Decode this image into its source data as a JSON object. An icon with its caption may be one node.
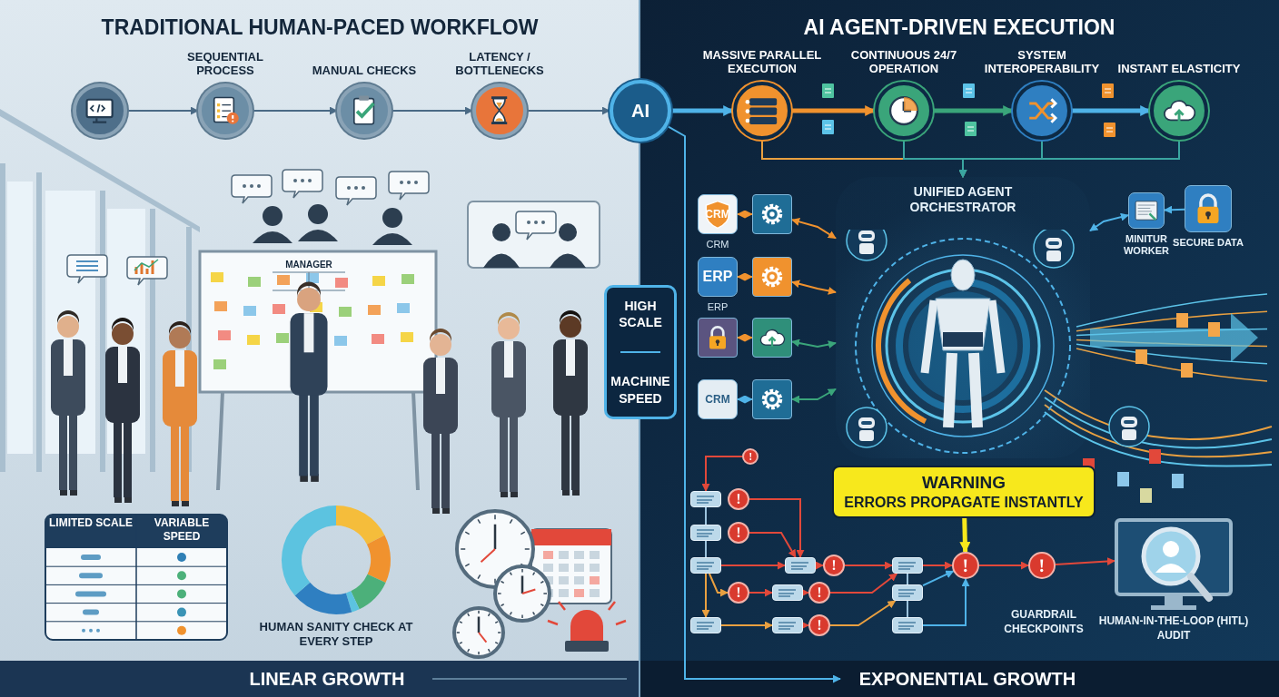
{
  "diagram": {
    "nodes": [
      {
        "text": [],
        "shape": "circle"
      },
      {
        "text": [
          "SEQUENTIAL PROCESS"
        ]
      },
      {
        "text": [
          "MANUAL CHECKS"
        ]
      },
      {
        "text": [
          "LATENCY / BOTTLENECKS"
        ]
      },
      {
        "text": [
          "AI"
        ]
      },
      {
        "text": [
          "MASSIVE PARALLEL EXECUTION"
        ]
      },
      {
        "text": [
          "CONTINUOUS 24/7 OPERATION"
        ]
      },
      {
        "text": [
          "SYSTEM INTEROPERABILITY"
        ]
      },
      {
        "text": [
          "INSTANT ELASTICITY"
        ]
      },
      {
        "text": [
          "UNIFIED AGENT ORCHESTRATOR"
        ]
      },
      {
        "text": [
          "CRM"
        ],
        "beside": [
          "CRM"
        ]
      },
      {
        "text": [],
        "shape": "box"
      },
      {
        "text": [
          "ERP"
        ],
        "beside": [
          "ERP"
        ]
      },
      {
        "text": [],
        "shape": "box"
      },
      {
        "text": [],
        "shape": "box"
      },
      {
        "text": [],
        "shape": "box"
      },
      {
        "text": [
          "CRM"
        ]
      },
      {
        "text": [],
        "shape": "box"
      },
      {
        "text": [
          "MINITUR WORKER"
        ]
      },
      {
        "text": [
          "SECURE DATA"
        ]
      },
      {
        "text": [
          "HIGH SCALE",
          "MACHINE SPEED"
        ]
      },
      {
        "text": [
          "WARNING",
          "ERRORS PROPAGATE INSTANTLY"
        ]
      },
      {
        "text": [],
        "shape": "circle"
      },
      {
        "text": [],
        "shape": "box"
      },
      {
        "text": [],
        "shape": "circle"
      },
      {
        "text": [],
        "shape": "box"
      },
      {
        "text": [],
        "shape": "circle"
      },
      {
        "text": [],
        "shape": "box"
      },
      {
        "text": [],
        "shape": "box"
      },
      {
        "text": [],
        "shape": "circle"
      },
      {
        "text": [],
        "shape": "circle"
      },
      {
        "text": [],
        "shape": "box"
      },
      {
        "text": [],
        "shape": "circle"
      },
      {
        "text": [],
        "shape": "box"
      },
      {
        "text": [],
        "shape": "box"
      },
      {
        "text": [],
        "shape": "circle"
      },
      {
        "text": [],
        "shape": "box"
      },
      {
        "text": [],
        "shape": "box"
      },
      {
        "text": [],
        "shape": "box"
      },
      {
        "text": [],
        "shape": "circle"
      },
      {
        "text": [],
        "shape": "circle",
        "beside": [
          "GUARDRAIL CHECKPOINTS"
        ]
      },
      {
        "text": [
          "HUMAN-IN-THE-LOOP (HITL) AUDIT"
        ]
      },
      {
        "text": [
          "LINEAR GROWTH"
        ]
      },
      {
        "text": [
          "EXPONENTIAL GROWTH"
        ]
      }
    ],
    "edges": [
      {
        "from": 0,
        "to": 1,
        "arrow": "to",
        "color": "#4a6a85"
      },
      {
        "from": 1,
        "to": 2,
        "arrow": "to",
        "color": "#4a6a85"
      },
      {
        "from": 2,
        "to": 3,
        "arrow": "to",
        "color": "#4a6a85"
      },
      {
        "from": 3,
        "to": 4,
        "arrow": "to",
        "color": "#4a6a85"
      },
      {
        "from": 4,
        "to": 5,
        "arrow": "to",
        "style": "thick",
        "color": "#4fb3e8"
      },
      {
        "from": 5,
        "to": 6,
        "arrow": "to",
        "style": "thick",
        "color": "#f0922e"
      },
      {
        "from": 6,
        "to": 7,
        "arrow": "to",
        "style": "thick",
        "color": "#3aa57a"
      },
      {
        "from": 7,
        "to": 8,
        "arrow": "to",
        "style": "thick",
        "color": "#4fb3e8"
      },
      {
        "from": 5,
        "to": 9,
        "arrow": "to",
        "color": "#e9a040"
      },
      {
        "from": 6,
        "to": 9,
        "arrow": "to",
        "color": "#3aa5a0"
      },
      {
        "from": 7,
        "to": 9,
        "arrow": "to",
        "color": "#3aa5a0"
      },
      {
        "from": 8,
        "to": 9,
        "arrow": "to",
        "color": "#3aa5a0"
      },
      {
        "from": 10,
        "to": 11,
        "arrow": "both",
        "color": "#f0922e"
      },
      {
        "from": 12,
        "to": 13,
        "arrow": "both",
        "color": "#f0922e"
      },
      {
        "from": 14,
        "to": 15,
        "arrow": "both",
        "color": "#f0922e"
      },
      {
        "from": 16,
        "to": 17,
        "arrow": "both",
        "color": "#4fb3e8"
      },
      {
        "from": 11,
        "to": 9,
        "arrow": "both",
        "color": "#f0922e"
      },
      {
        "from": 13,
        "to": 9,
        "arrow": "both",
        "color": "#f0922e"
      },
      {
        "from": 15,
        "to": 9,
        "arrow": "both",
        "color": "#3aa57a"
      },
      {
        "from": 17,
        "to": 9,
        "arrow": "both",
        "color": "#3aa57a"
      },
      {
        "from": 19,
        "to": 18,
        "arrow": "to",
        "color": "#4fb3e8"
      },
      {
        "from": 18,
        "to": 9,
        "arrow": "both",
        "color": "#4fb3e8"
      },
      {
        "from": 4,
        "to": 43,
        "arrow": "to",
        "color": "#4fb3e8"
      },
      {
        "from": 22,
        "to": 23,
        "arrow": "to"
      },
      {
        "from": 23,
        "to": 25,
        "arrow": "none",
        "color": "#9cc3dd"
      },
      {
        "from": 25,
        "to": 27,
        "arrow": "none",
        "color": "#9cc3dd"
      },
      {
        "from": 24,
        "to": 28,
        "arrow": "to"
      },
      {
        "from": 26,
        "to": 28,
        "arrow": "to"
      },
      {
        "from": 27,
        "to": 28,
        "arrow": "to"
      },
      {
        "from": 28,
        "to": 29,
        "arrow": "to"
      },
      {
        "from": 29,
        "to": 36,
        "arrow": "to"
      },
      {
        "from": 27,
        "to": 33,
        "arrow": "to",
        "color": "#e9a040"
      },
      {
        "from": 27,
        "to": 30,
        "arrow": "to",
        "color": "#e9a040"
      },
      {
        "from": 30,
        "to": 31,
        "arrow": "to"
      },
      {
        "from": 31,
        "to": 32,
        "arrow": "to"
      },
      {
        "from": 32,
        "to": 36,
        "arrow": "to"
      },
      {
        "from": 33,
        "to": 34,
        "arrow": "to",
        "color": "#e9a040"
      },
      {
        "from": 34,
        "to": 35,
        "arrow": "to"
      },
      {
        "from": 35,
        "to": 37,
        "arrow": "to",
        "color": "#e9a040"
      },
      {
        "from": 36,
        "to": 37,
        "arrow": "none",
        "color": "#9cc3dd"
      },
      {
        "from": 37,
        "to": 38,
        "arrow": "none",
        "color": "#9cc3dd"
      },
      {
        "from": 37,
        "to": 39,
        "arrow": "to",
        "color": "#4fb3e8"
      },
      {
        "from": 38,
        "to": 39,
        "arrow": "to",
        "color": "#4fb3e8"
      },
      {
        "from": 36,
        "to": 39,
        "arrow": "to"
      },
      {
        "from": 21,
        "to": 39,
        "arrow": "to",
        "style": "thick",
        "color": "#f7e81c"
      },
      {
        "from": 39,
        "to": 40,
        "arrow": "to"
      },
      {
        "from": 40,
        "to": 41,
        "arrow": "to"
      }
    ],
    "labels": [
      "TRADITIONAL HUMAN-PACED WORKFLOW",
      "AI AGENT-DRIVEN EXECUTION",
      "MANAGER",
      "LIMITED SCALE",
      "VARIABLE SPEED",
      "HUMAN SANITY CHECK AT EVERY STEP"
    ]
  }
}
